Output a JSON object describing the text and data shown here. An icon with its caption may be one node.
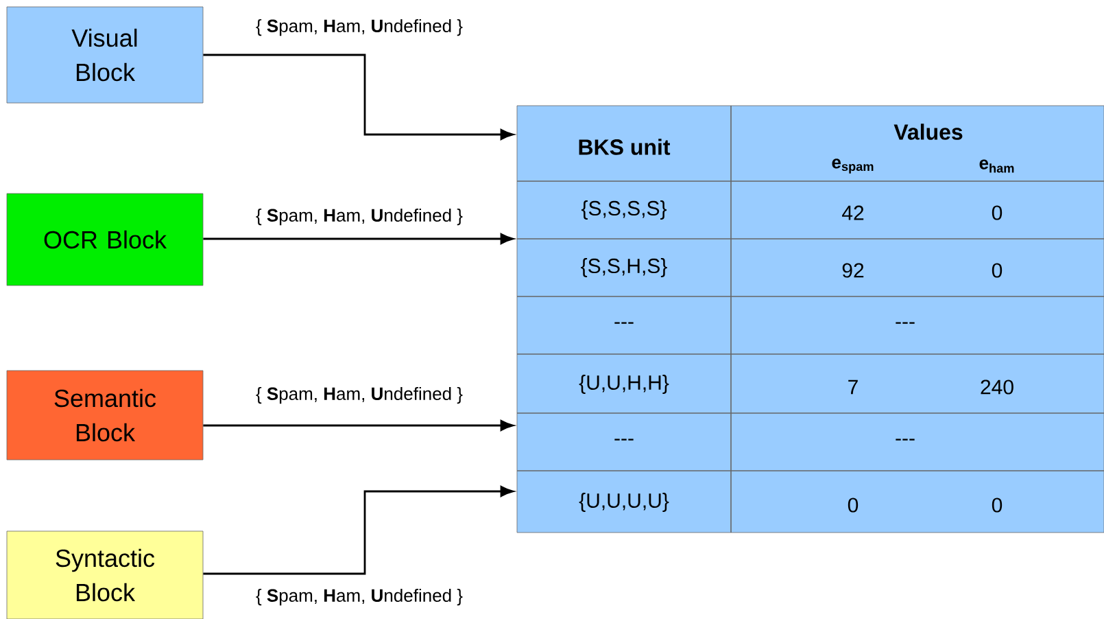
{
  "diagram": {
    "nodes": [
      {
        "text": [
          "Visual Block"
        ]
      },
      {
        "text": [
          "OCR Block"
        ]
      },
      {
        "text": [
          "Semantic Block"
        ]
      },
      {
        "text": [
          "Syntactic Block"
        ]
      },
      {
        "text": [],
        "shape": "box"
      }
    ],
    "edges": [
      {
        "from": 0,
        "to": 4,
        "arrow": "to",
        "label": "{ **S**pam, **H**am, **U**ndefined }"
      },
      {
        "from": 1,
        "to": 4,
        "arrow": "to",
        "label": "{ **S**pam, **H**am, **U**ndefined }"
      },
      {
        "from": 2,
        "to": 4,
        "arrow": "to",
        "label": "{ **S**pam, **H**am, **U**ndefined }"
      },
      {
        "from": 3,
        "to": 4,
        "arrow": "to",
        "label": "{ **S**pam, **H**am, **U**ndefined }"
      }
    ],
    "labels": [
      "BKS unit",
      "Values",
      "e$_{spam}$",
      "e$_{ham}$",
      "{S,S,S,S}",
      "42",
      "0",
      "{S,S,H,S}",
      "92",
      "0",
      "---",
      "---",
      "{U,U,H,H}",
      "7",
      "240",
      "---",
      "---",
      "{U,U,U,U}",
      "0",
      "0"
    ]
  }
}
